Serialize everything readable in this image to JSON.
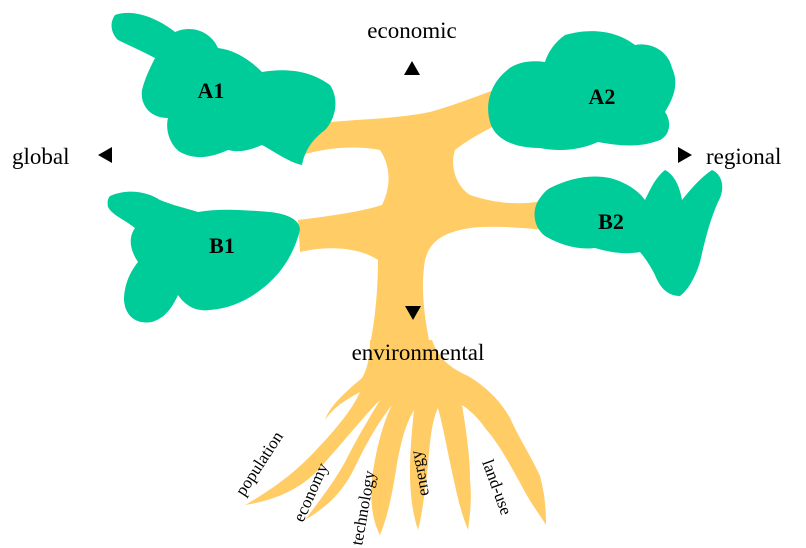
{
  "colors": {
    "tree": "#ffcc66",
    "foliage": "#00cc99",
    "text": "#000000"
  },
  "axes": {
    "top": "economic",
    "bottom": "environmental",
    "left": "global",
    "right": "regional"
  },
  "scenarios": {
    "a1": "A1",
    "a2": "A2",
    "b1": "B1",
    "b2": "B2"
  },
  "roots": {
    "population": "population",
    "economy": "economy",
    "technology": "technology",
    "energy": "energy",
    "land_use": "land-use"
  },
  "icons": {
    "up": "triangle-up-icon",
    "down": "triangle-down-icon",
    "left": "triangle-left-icon",
    "right": "triangle-right-icon"
  }
}
